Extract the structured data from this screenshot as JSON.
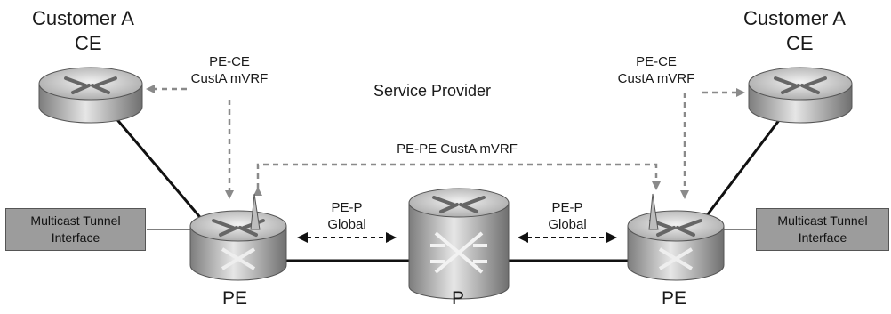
{
  "ce_left": {
    "title_line1": "Customer A",
    "title_line2": "CE"
  },
  "ce_right": {
    "title_line1": "Customer A",
    "title_line2": "CE"
  },
  "pe_ce_left": {
    "line1": "PE-CE",
    "line2": "CustA mVRF"
  },
  "pe_ce_right": {
    "line1": "PE-CE",
    "line2": "CustA mVRF"
  },
  "service_provider": "Service Provider",
  "pe_pe": "PE-PE CustA mVRF",
  "pe_p_left": {
    "line1": "PE-P",
    "line2": "Global"
  },
  "pe_p_right": {
    "line1": "PE-P",
    "line2": "Global"
  },
  "tunnel_left": {
    "line1": "Multicast Tunnel",
    "line2": "Interface"
  },
  "tunnel_right": {
    "line1": "Multicast Tunnel",
    "line2": "Interface"
  },
  "pe_left_label": "PE",
  "p_label": "P",
  "pe_right_label": "PE",
  "colors": {
    "router_light": "#e8e8e8",
    "router_dark": "#8a8a8a",
    "box": "#9c9c9c",
    "dashed": "#8a8a8a"
  }
}
